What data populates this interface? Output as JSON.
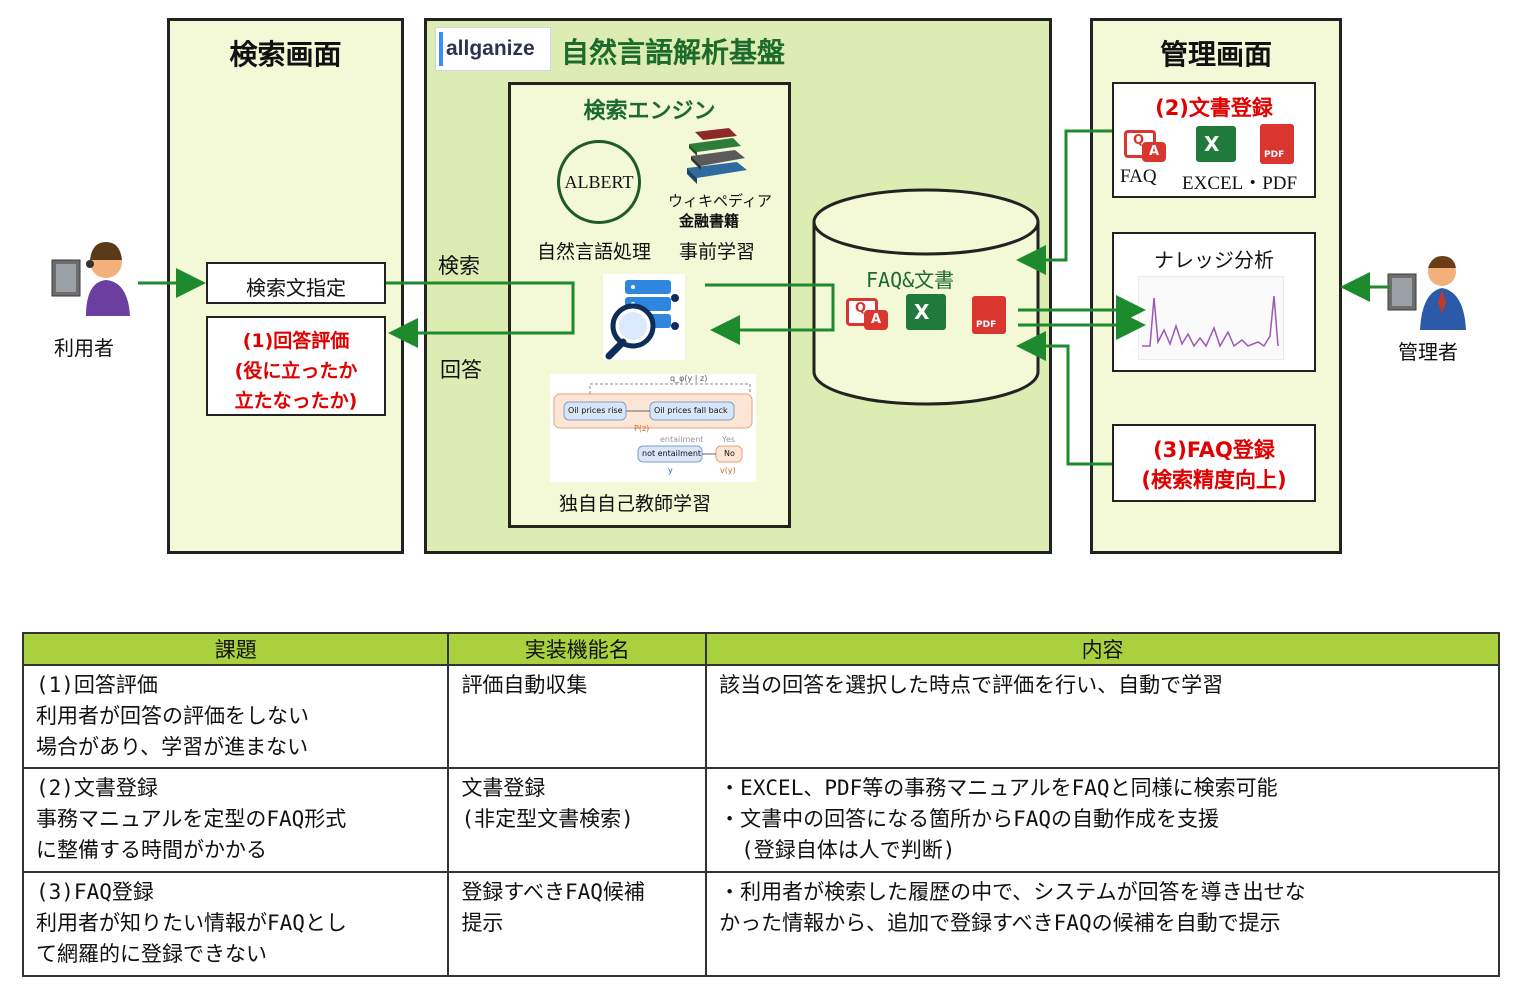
{
  "diagram": {
    "search_panel": {
      "title": "検索画面"
    },
    "nlp_panel": {
      "brand": "allganize",
      "title": "自然言語解析基盤"
    },
    "admin_panel": {
      "title": "管理画面"
    },
    "user": {
      "label": "利用者"
    },
    "admin_user": {
      "label": "管理者"
    },
    "query_box": {
      "label": "検索文指定"
    },
    "answer_eval_box": {
      "lines": [
        "(1)回答評価",
        "(役に立ったか",
        "立たなったか)"
      ]
    },
    "flow_labels": {
      "search": "検索",
      "answer": "回答"
    },
    "engine": {
      "title": "検索エンジン",
      "albert": "ALBERT",
      "nlp_caption": "自然言語処理",
      "books_line1": "ウィキペディア",
      "books_line2": "金融書籍",
      "pretrain_caption": "事前学習",
      "selfsup_caption": "独自自己教師学習",
      "figure_texts": {
        "node1": "Oil prices rise",
        "node2": "Oil prices fall back",
        "node3": "not entailment",
        "node4": "No",
        "q": "q_φ(y | z)",
        "p": "P(z)",
        "entailment": "entailment",
        "yes": "Yes",
        "y": "y",
        "vy": "v(y)"
      }
    },
    "database": {
      "label": "FAQ&文書"
    },
    "doc_register": {
      "title": "(2)文書登録",
      "faq": "FAQ",
      "excel_pdf": "EXCEL・PDF"
    },
    "knowledge": {
      "title": "ナレッジ分析"
    },
    "faq_register": {
      "lines": [
        "(3)FAQ登録",
        "(検索精度向上)"
      ]
    },
    "icons": {
      "xls": "X",
      "pdf": "PDF",
      "q": "Q",
      "a": "A"
    }
  },
  "table": {
    "headers": [
      "課題",
      "実装機能名",
      "内容"
    ],
    "rows": [
      {
        "issue": [
          "(1)回答評価",
          "利用者が回答の評価をしない",
          "場合があり、学習が進まない"
        ],
        "feature": [
          "評価自動収集"
        ],
        "content": [
          "該当の回答を選択した時点で評価を行い、自動で学習"
        ]
      },
      {
        "issue": [
          "(2)文書登録",
          "事務マニュアルを定型のFAQ形式",
          "に整備する時間がかかる"
        ],
        "feature": [
          "文書登録",
          "(非定型文書検索)"
        ],
        "content": [
          "・EXCEL、PDF等の事務マニュアルをFAQと同様に検索可能",
          "・文書中の回答になる箇所からFAQの自動作成を支援",
          "(登録自体は人で判断)"
        ]
      },
      {
        "issue": [
          "(3)FAQ登録",
          "利用者が知りたい情報がFAQとし",
          "て網羅的に登録できない"
        ],
        "feature": [
          "登録すべきFAQ候補",
          "提示"
        ],
        "content": [
          "・利用者が検索した履歴の中で、システムが回答を導き出せな",
          "かった情報から、追加で登録すべきFAQの候補を自動で提示"
        ]
      }
    ]
  },
  "colors": {
    "panel_light": "#f3f8d6",
    "panel_green": "#dcecb3",
    "arrow": "#1e8a2e",
    "header": "#a9d13d",
    "accent_red": "#e00000",
    "brand_title": "#1d6b2c"
  }
}
